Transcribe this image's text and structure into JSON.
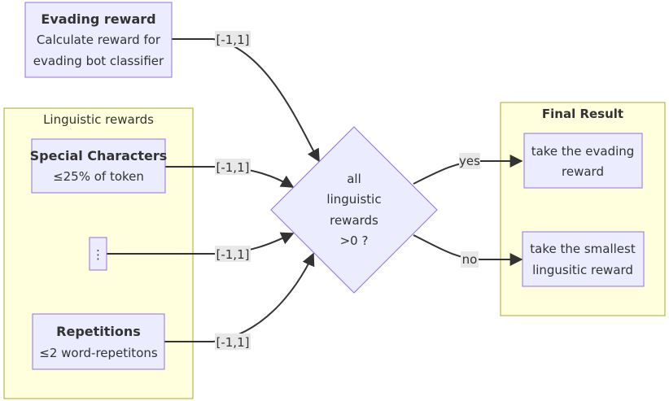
{
  "nodes": {
    "evading": {
      "title": "Evading reward",
      "line1": "Calculate reward for",
      "line2": "evading bot classifier"
    },
    "special": {
      "title": "Special Characters",
      "line1": "≤25% of token"
    },
    "ellipsis": {
      "text": "⋮"
    },
    "repetitions": {
      "title": "Repetitions",
      "line1": "≤2 word-repetitons"
    },
    "decision": {
      "line1": "all",
      "line2": "linguistic",
      "line3": "rewards",
      "line4": ">0 ?"
    },
    "take_evading": {
      "line1": "take the evading",
      "line2": "reward"
    },
    "take_smallest": {
      "line1": "take the smallest",
      "line2": "lingusitic reward"
    }
  },
  "groups": {
    "linguistic": {
      "title": "Linguistic rewards"
    },
    "final": {
      "title": "Final Result"
    }
  },
  "edges": {
    "evading_to_decision": "[-1,1]",
    "special_to_decision": "[-1,1]",
    "ellipsis_to_decision": "[-1,1]",
    "repetitions_to_decision": "[-1,1]",
    "decision_yes": "yes",
    "decision_no": "no"
  },
  "colors": {
    "node_fill": "#ececff",
    "node_stroke": "#9370db",
    "group_fill": "#ffffde",
    "group_stroke": "#aaaa33",
    "edge": "#333333",
    "label_bg": "#e8e8e8"
  }
}
